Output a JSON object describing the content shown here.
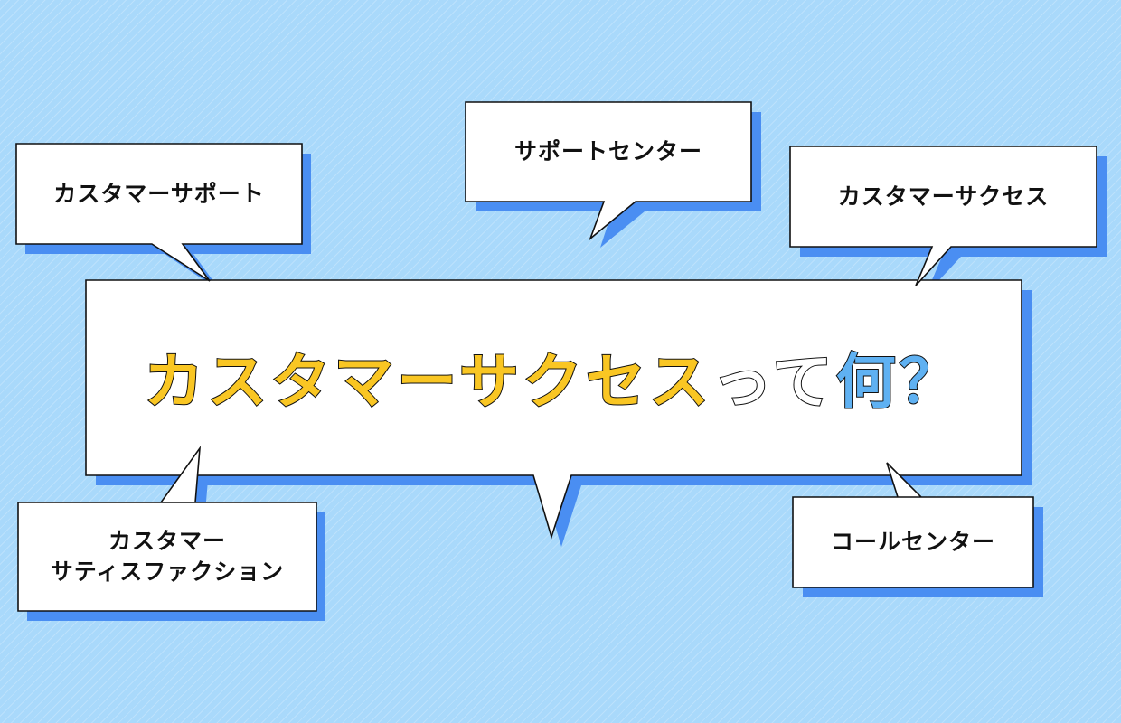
{
  "headline": {
    "part1": "カスタマーサクセス",
    "part2": "って",
    "part3": "何？"
  },
  "bubbles": {
    "customer_support": "カスタマーサポート",
    "support_center": "サポートセンター",
    "customer_success": "カスタマーサクセス",
    "customer_satisfaction_line1": "カスタマー",
    "customer_satisfaction_line2": "サティスファクション",
    "call_center": "コールセンター"
  },
  "colors": {
    "background": "#a9d9fb",
    "shadow": "#4a8ef2",
    "accent_yellow": "#f9c623",
    "accent_blue": "#5fb1f2"
  }
}
